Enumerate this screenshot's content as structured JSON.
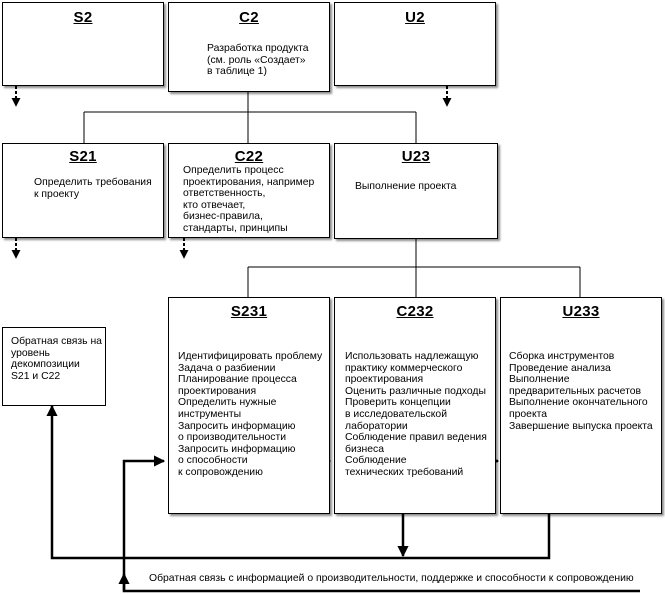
{
  "row1": {
    "s2": {
      "code": "S2"
    },
    "c2": {
      "code": "C2",
      "lines": [
        "Разработка продукта",
        "(см. роль «Создает»",
        "в таблице 1)"
      ]
    },
    "u2": {
      "code": "U2"
    }
  },
  "row2": {
    "s21": {
      "code": "S21",
      "lines": [
        "Определить требования",
        "к проекту"
      ]
    },
    "c22": {
      "code": "C22",
      "lines": [
        "Определить процесс",
        "проектирования, например",
        "ответственность,",
        "кто отвечает,",
        "бизнес-правила,",
        "стандарты, принципы"
      ]
    },
    "u23": {
      "code": "U23",
      "lines": [
        "Выполнение проекта"
      ]
    }
  },
  "row3": {
    "s231": {
      "code": "S231",
      "lines": [
        "Идентифицировать проблему",
        "Задача о разбиении",
        "Планирование процесса",
        "проектирования",
        "Определить нужные",
        "инструменты",
        "Запросить информацию",
        "о производительности",
        "Запросить информацию",
        "о способности",
        "к сопровождению"
      ]
    },
    "c232": {
      "code": "C232",
      "lines": [
        "Использовать надлежащую",
        "практику коммерческого",
        "проектирования",
        "Оценить различные подходы",
        "Проверить концепции",
        "в исследовательской",
        "лаборатории",
        "Соблюдение правил ведения",
        "бизнеса",
        "Соблюдение",
        "технических требований"
      ]
    },
    "u233": {
      "code": "U233",
      "lines": [
        "Сборка инструментов",
        "Проведение анализа",
        "Выполнение",
        "предварительных расчетов",
        "Выполнение окончательного",
        "проекта",
        "Завершение выпуска проекта"
      ]
    }
  },
  "feedback_box": {
    "lines": [
      "Обратная связь на",
      "уровень",
      "декомпозиции",
      "S21 и C22"
    ]
  },
  "bottom_note": "Обратная связь с информацией о производительности, поддержке и способности к сопровождению"
}
